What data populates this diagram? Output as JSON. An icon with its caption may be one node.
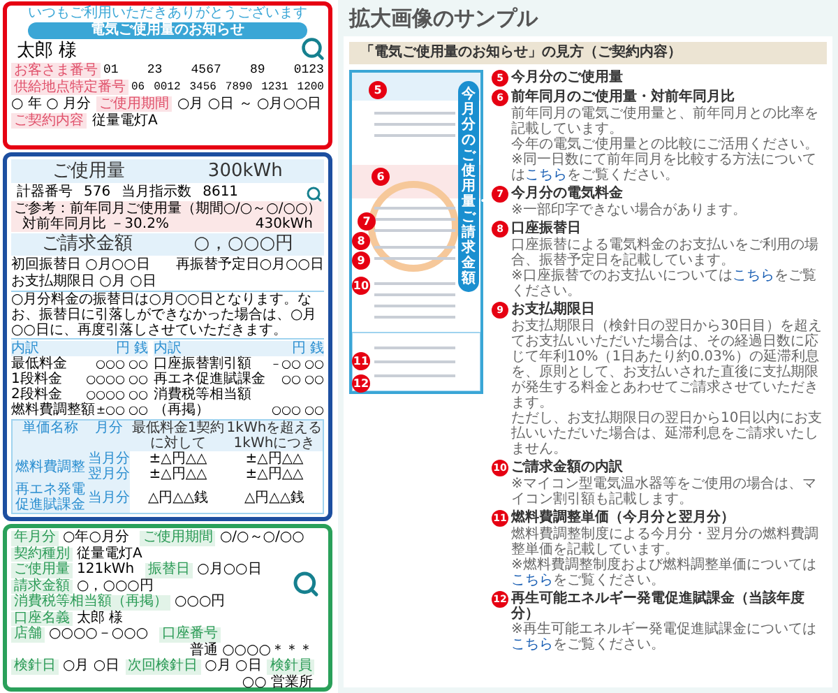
{
  "diagram": {
    "title": "拡大画像のサンプル",
    "nodes": [
      {
        "text": [
          "いつもご利用いただきありがとうございます",
          "電気ご使用量のお知らせ",
          "太郎 様",
          "お客さま番号",
          "01",
          "23",
          "4567",
          "89",
          "0123",
          "供給地点特定番号",
          "06",
          "0012",
          "3456",
          "7890",
          "1231",
          "1200",
          "○ 年 ○ 月分",
          "ご使用期間",
          "○月 ○日 ～ ○月○○日",
          "ご契約内容",
          "従量電灯A"
        ]
      },
      {
        "text": [
          "ご使用量",
          "300kWh",
          "計器番号",
          "576",
          "当月指示数",
          "8611",
          "ご参考：前年同月ご使用量（期間○/○～○/○○）",
          "430kWh",
          "対前年同月比 －30.2%",
          "ご請求金額",
          "○，○○○円",
          "初回振替日 ○月○○日",
          "再振替予定日○月○○日",
          "お支払期限日 ○月 ○日",
          "○月分料金の振替日は○月○○日となります。なお、振替日に引落しができなかった場合は、○月○○日に、再度引落しさせていただきます。",
          "内訳",
          "円 銭",
          "最低料金",
          "○○○ ○○",
          "1段料金",
          "○○○○ ○○",
          "2段料金",
          "○○○○ ○○",
          "燃料費調整額",
          "±○○ ○○",
          "内訳",
          "円 銭",
          "口座振替割引額",
          "－○○ ○○",
          "再エネ促進賦課金",
          "○○ ○○",
          "消費税等相当額（再掲）",
          "○○○ ○○",
          "単価名称",
          "月分",
          "最低料金1契約に対して",
          "1kWhを超える1kWhにつき",
          "燃料費調整",
          "当月分",
          "±△円△△",
          "±△円△△",
          "翌月分",
          "±△円△△",
          "±△円△△",
          "再エネ発電促進賦課金",
          "当月分",
          "△円△△銭",
          "△円△△銭"
        ]
      },
      {
        "text": [
          "年月分",
          "○年○月分",
          "ご使用期間",
          "○/○～○/○○",
          "契約種別",
          "従量電灯A",
          "ご使用量",
          "121kWh",
          "振替日",
          "○月○○日",
          "請求金額",
          "○，○○○円",
          "消費税等相当額（再掲）",
          "○○○円",
          "口座名義",
          "太郎 様",
          "店舗",
          "○○○○－○○○",
          "口座番号",
          "普通 ○○○○＊＊＊",
          "検針日",
          "○月 ○日",
          "次回検針日",
          "○月 ○日",
          "検針員",
          "○○ 営業所"
        ]
      },
      {
        "text": [
          "「電気ご使用量のお知らせ」の見方（ご契約内容）"
        ]
      },
      {
        "text": [],
        "shape": "picture"
      },
      {
        "text": [
          "5"
        ],
        "in": 4
      },
      {
        "text": [
          "6"
        ],
        "in": 4
      },
      {
        "text": [
          "7"
        ],
        "in": 4
      },
      {
        "text": [
          "8"
        ],
        "in": 4
      },
      {
        "text": [
          "9"
        ],
        "in": 4
      },
      {
        "text": [
          "10"
        ],
        "in": 4
      },
      {
        "text": [
          "11"
        ],
        "in": 4
      },
      {
        "text": [
          "12"
        ],
        "in": 4
      },
      {
        "text": [
          "今月分のご使用量・ご請求金額"
        ],
        "in": 4
      },
      {
        "text": [
          "5",
          "今月分のご使用量"
        ]
      },
      {
        "text": [
          "6",
          "前年同月のご使用量・対前年同月比",
          "前年同月の電気ご使用量と、前年同月との比率を記載しています。",
          "今年の電気ご使用量との比較にご活用ください。",
          "※同一日数にて前年同月を比較する方法については",
          "こちら",
          "をご覧ください。"
        ]
      },
      {
        "text": [
          "7",
          "今月分の電気料金",
          "※一部印字できない場合があります。"
        ]
      },
      {
        "text": [
          "8",
          "口座振替日",
          "口座振替による電気料金のお支払いをご利用の場合、振替予定日を記載しています。",
          "※口座振替でのお支払いについては",
          "こちら",
          "をご覧ください。"
        ]
      },
      {
        "text": [
          "9",
          "お支払期限日",
          "お支払期限日（検針日の翌日から30日目）を超えてお支払いいただいた場合は、その経過日数に応じて年利10%（1日あたり約0.03%）の延滞利息を、原則として、お支払いされた直後に支払期限が発生する料金とあわせてご請求させていただきます。",
          "ただし、お支払期限日の翌日から10日以内にお支払いいただいた場合は、延滞利息をご請求いたしません。"
        ]
      },
      {
        "text": [
          "10",
          "ご請求金額の内訳",
          "※マイコン型電気温水器等をご使用の場合は、マイコン割引額も記載します。"
        ]
      },
      {
        "text": [
          "11",
          "燃料費調整単価（今月分と翌月分）",
          "燃料費調整制度による今月分・翌月分の燃料費調整単価を記載しています。",
          "※燃料費調整制度および燃料調整単価については",
          "こちら",
          "をご覧ください。"
        ]
      },
      {
        "text": [
          "12",
          "再生可能エネルギー発電促進賦課金（当該年度分）",
          "※再生可能エネルギー発電促進賦課金については",
          "こちら",
          "をご覧ください。"
        ]
      }
    ]
  }
}
